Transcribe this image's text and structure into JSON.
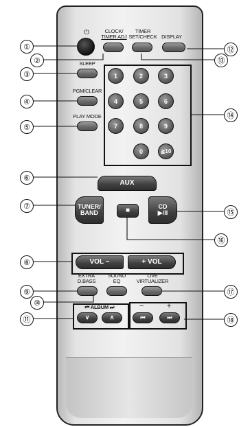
{
  "callouts": [
    "①",
    "②",
    "③",
    "④",
    "⑤",
    "⑥",
    "⑦",
    "⑧",
    "⑨",
    "⑩",
    "⑪",
    "⑫",
    "⑬",
    "⑭",
    "⑮",
    "⑯",
    "⑰",
    "⑱"
  ],
  "labels": {
    "power": "⏻",
    "clock": "CLOCK/",
    "timer_adj": "TIMER ADJ",
    "timer": "TIMER",
    "set_check": "SET/CHECK",
    "display": "DISPLAY",
    "sleep": "SLEEP",
    "pgm_clear": "PGM/CLEAR",
    "play_mode": "PLAY MODE",
    "extra": "EXTRA",
    "d_bass": "D.BASS",
    "sound": "SOUND",
    "eq": "EQ",
    "live": "LIVE",
    "virtualizer": "VIRTUALIZER",
    "album": "⏮ ALBUM ⏭",
    "minus": "−",
    "plus": "+"
  },
  "buttons": {
    "aux": "AUX",
    "tuner_band": "TUNER/\nBAND",
    "stop": "■",
    "cd": "CD\n▶/II",
    "vol_down": "VOL −",
    "vol_up": "+ VOL",
    "album_down": "∨",
    "album_up": "∧",
    "skip_back": "⏮",
    "skip_fwd": "⏭"
  },
  "numpad": [
    "1",
    "2",
    "3",
    "4",
    "5",
    "6",
    "7",
    "8",
    "9",
    "0",
    "≧10"
  ]
}
